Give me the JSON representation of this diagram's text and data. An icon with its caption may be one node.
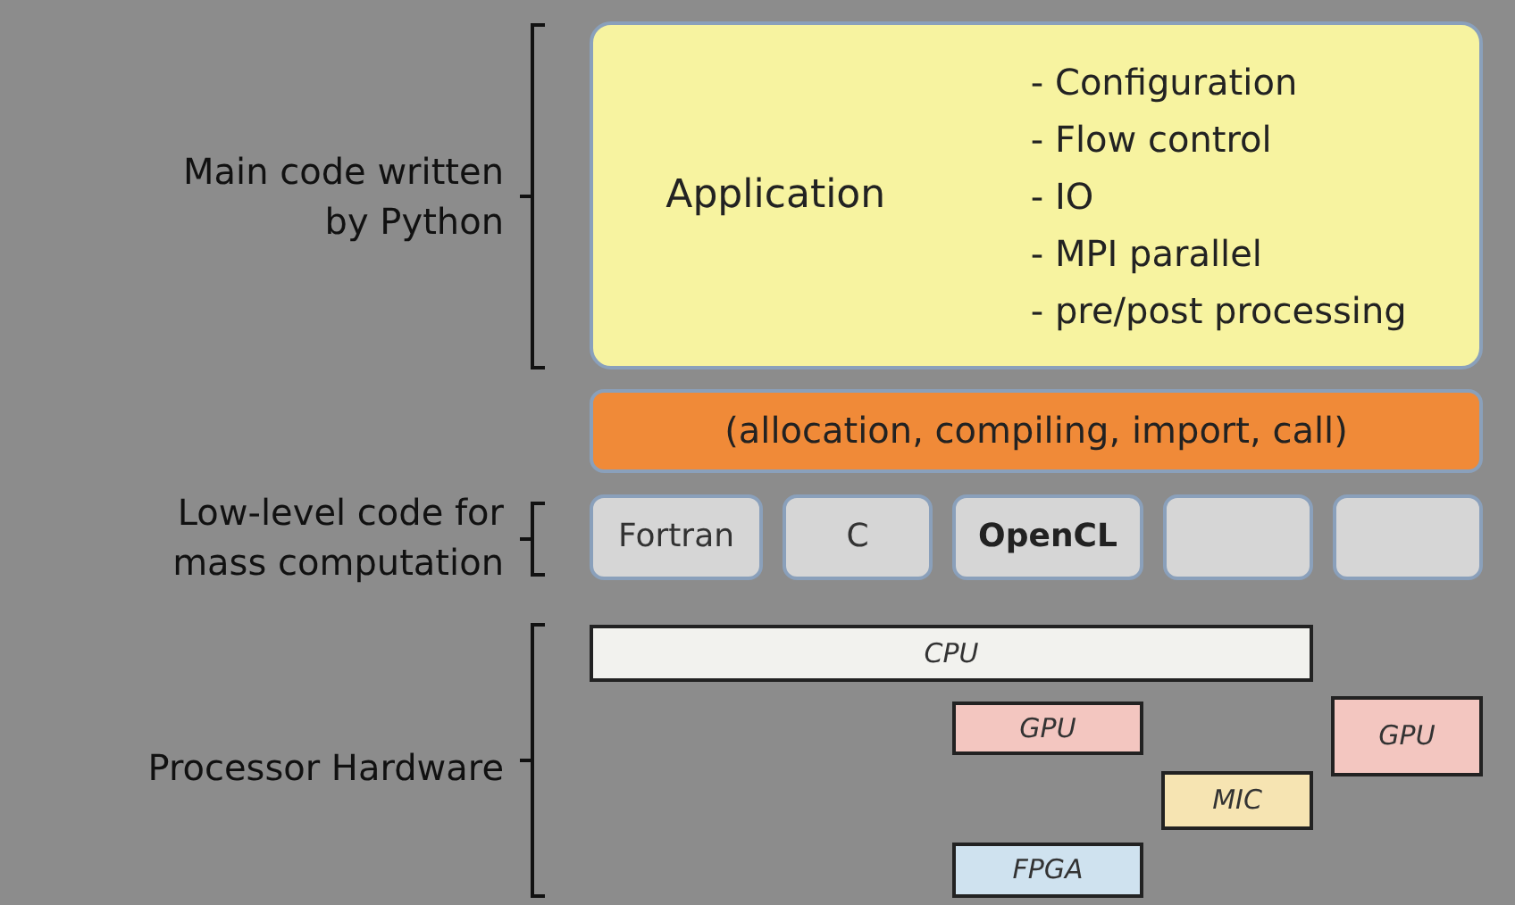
{
  "diagram": {
    "nodes": [
      {
        "text": [
          "Application",
          "- Configuration",
          "- Flow control",
          "- IO",
          "- MPI parallel",
          "- pre/post processing"
        ]
      },
      {
        "text": [
          "(allocation, compiling, import, call)"
        ]
      },
      {
        "text": [
          "Fortran"
        ]
      },
      {
        "text": [
          "C"
        ]
      },
      {
        "text": [
          "OpenCL"
        ]
      },
      {
        "text": [],
        "shape": "box"
      },
      {
        "text": [],
        "shape": "box"
      },
      {
        "text": [
          "CPU"
        ]
      },
      {
        "text": [
          "GPU"
        ]
      },
      {
        "text": [
          "GPU"
        ]
      },
      {
        "text": [
          "MIC"
        ]
      },
      {
        "text": [
          "FPGA"
        ]
      }
    ],
    "labels": [
      "Main code written by Python",
      "Low-level code for mass computation",
      "Processor Hardware"
    ]
  }
}
